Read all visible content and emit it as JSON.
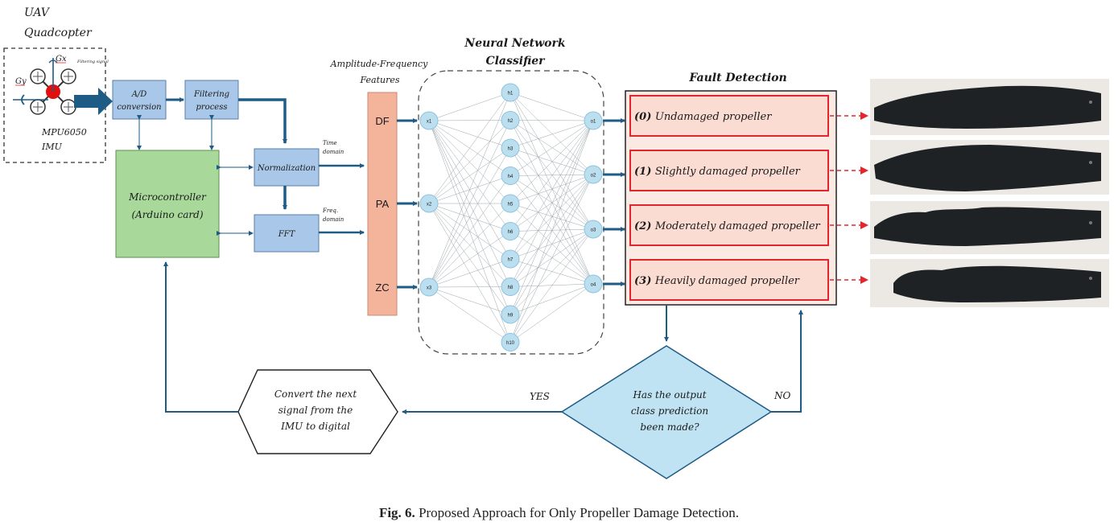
{
  "uav": {
    "line1": "UAV",
    "line2": "Quadcopter",
    "gx": "Gx",
    "gy": "Gy",
    "tiny_note": "Filtering signal",
    "imu_line1": "MPU6050",
    "imu_line2": "IMU"
  },
  "blocks": {
    "ad": [
      "A/D",
      "conversion"
    ],
    "filtering": [
      "Filtering",
      "process"
    ],
    "micro": [
      "Microcontroller",
      "(Arduino card)"
    ],
    "normalization": "Normalization",
    "fft": "FFT",
    "time_domain": [
      "Time",
      "domain"
    ],
    "freq_domain": [
      "Freq.",
      "domain"
    ]
  },
  "features": {
    "title_line1": "Amplitude-Frequency",
    "title_line2": "Features",
    "items": [
      "DF",
      "PA",
      "ZC"
    ]
  },
  "nn": {
    "title_line1": "Neural Network",
    "title_line2": "Classifier",
    "inputs": [
      "x1",
      "x2",
      "x3"
    ],
    "hidden": [
      "h1",
      "h2",
      "h3",
      "h4",
      "h5",
      "h6",
      "h7",
      "h8",
      "h9",
      "h10"
    ],
    "outputs": [
      "o1",
      "o2",
      "o3",
      "o4"
    ]
  },
  "fault": {
    "title": "Fault Detection",
    "classes": [
      {
        "num": "(0)",
        "label": "Undamaged propeller"
      },
      {
        "num": "(1)",
        "label": "Slightly damaged propeller"
      },
      {
        "num": "(2)",
        "label": "Moderately damaged propeller"
      },
      {
        "num": "(3)",
        "label": "Heavily damaged propeller"
      }
    ]
  },
  "decision": {
    "lines": [
      "Has the output",
      "class prediction",
      "been made?"
    ],
    "yes": "YES",
    "no": "NO"
  },
  "convert": {
    "lines": [
      "Convert the next",
      "signal from the",
      "IMU to digital"
    ]
  },
  "caption": {
    "label": "Fig. 6.",
    "text": "Proposed Approach for Only Propeller Damage Detection."
  },
  "colors": {
    "block_blue": "#a9c7e8",
    "block_border": "#5a7fa8",
    "micro_green": "#a8d99a",
    "feature_orange": "#f4b49c",
    "node_blue": "#bcdff0",
    "class_fill": "#fbdcd3",
    "class_border": "#e3262e",
    "arrow": "#1e5b85",
    "decision_fill": "#bfe3f3"
  }
}
